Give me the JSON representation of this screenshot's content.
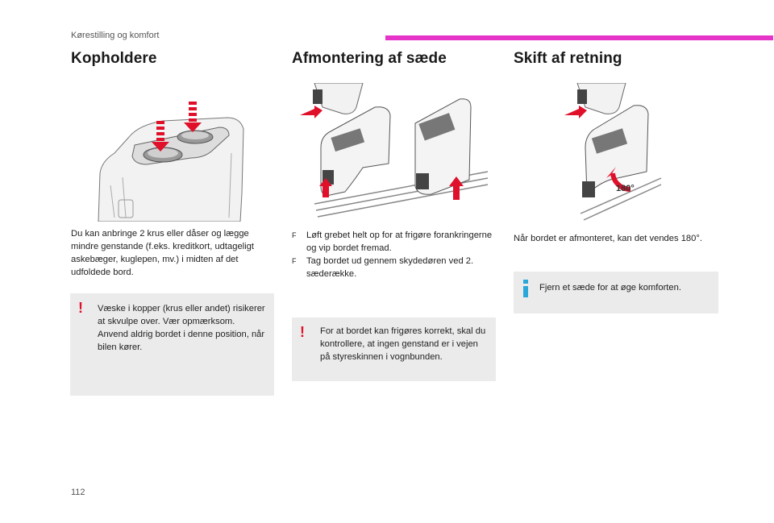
{
  "header": {
    "section": "Kørestilling og komfort"
  },
  "columns": [
    {
      "title": "Kopholdere",
      "body": "Du kan anbringe 2 krus eller dåser og lægge mindre genstande (f.eks. kreditkort, udtageligt askebæger, kuglepen, mv.) i midten af det udfoldede bord.",
      "note": "Væske i kopper (krus eller andet) risikerer at skvulpe over. Vær opmærksom. Anvend aldrig bordet i denne position, når bilen kører."
    },
    {
      "title": "Afmontering af sæde",
      "bullet_mark": "F",
      "bullets": [
        "Løft grebet helt op for at frigøre forankringerne og vip bordet fremad.",
        "Tag bordet ud gennem skydedøren ved 2. sæderække."
      ],
      "note": "For at bordet kan frigøres korrekt, skal du kontrollere, at ingen genstand er i vejen på styreskinnen i vognbunden."
    },
    {
      "title": "Skift af retning",
      "body": "Når bordet er afmonteret, kan det vendes 180°.",
      "rotation_label": "180°",
      "note": "Fjern et sæde for at øge komforten."
    }
  ],
  "page_number": "112",
  "colors": {
    "accent": "#e633c8",
    "warning": "#e0102b",
    "info": "#2aa7d9",
    "note_bg": "#ebebeb"
  }
}
